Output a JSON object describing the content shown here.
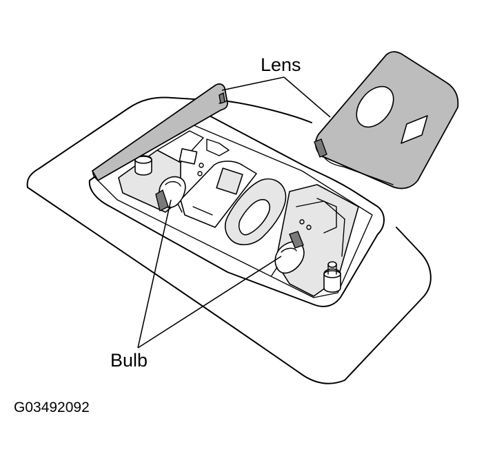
{
  "labels": {
    "lens": "Lens",
    "bulb": "Bulb"
  },
  "figure_code": "G03492092",
  "colors": {
    "ink": "#000000",
    "panel_shade": "#bdbdbd",
    "background": "#ffffff"
  }
}
